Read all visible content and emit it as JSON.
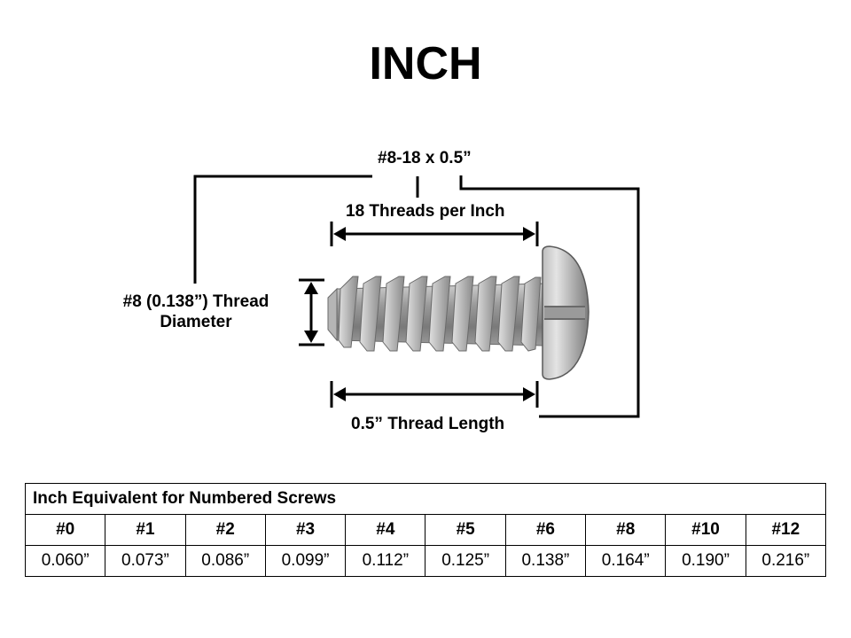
{
  "title": "INCH",
  "diagram": {
    "spec_label": "#8-18 x 0.5”",
    "threads_label": "18 Threads per Inch",
    "diameter_label": "#8 (0.138”) Thread Diameter",
    "length_label": "0.5” Thread Length"
  },
  "table": {
    "caption": "Inch Equivalent for Numbered Screws",
    "headers": [
      "#0",
      "#1",
      "#2",
      "#3",
      "#4",
      "#5",
      "#6",
      "#8",
      "#10",
      "#12"
    ],
    "values": [
      "0.060”",
      "0.073”",
      "0.086”",
      "0.099”",
      "0.112”",
      "0.125”",
      "0.138”",
      "0.164”",
      "0.190”",
      "0.216”"
    ]
  },
  "colors": {
    "line": "#000000",
    "screw": "#a8a8a8"
  }
}
